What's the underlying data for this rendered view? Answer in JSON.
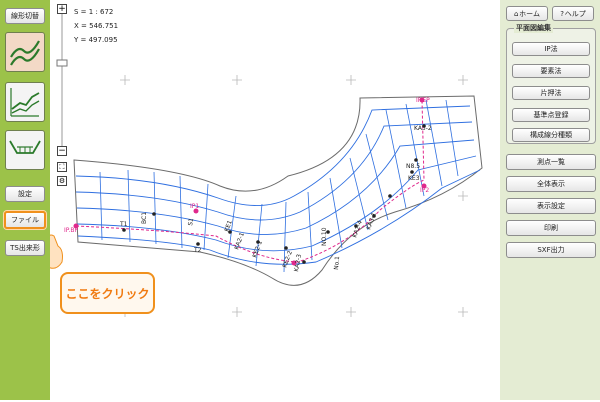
{
  "left_toolbar": {
    "switch_label": "線形切替",
    "settings_label": "設定",
    "file_label": "ファイル",
    "ts_label": "TS出来形"
  },
  "readout": {
    "scale": "S = 1 : 672",
    "x": "X = 546.751",
    "y": "Y = 497.095"
  },
  "zoom": {
    "plus": "+",
    "minus": "−"
  },
  "header": {
    "home_label": "ホーム",
    "help_label": "ヘルプ"
  },
  "plan_edit": {
    "title": "平面図編集",
    "items": [
      "IP法",
      "要素法",
      "片押法",
      "基準点登録",
      "構成線分種類"
    ]
  },
  "menu": [
    "測点一覧",
    "全体表示",
    "表示設定",
    "印刷",
    "SXF出力"
  ],
  "drawing_labels": [
    "IP.BP",
    "T1",
    "BC1",
    "S1",
    "IP1",
    "T2",
    "KE1",
    "KA2-1",
    "KE2-1",
    "KE2-2",
    "KA2-3",
    "No.1",
    "NO.10",
    "KA2-4",
    "KA3-1",
    "N8.5",
    "KE3",
    "IP2",
    "KA3-2",
    "IP.EP"
  ],
  "callout": "ここをクリック",
  "colors": {
    "left_panel": "#9cc249",
    "right_panel": "#e4ecd3",
    "highlight": "#f0901c",
    "road_lines": "#2f6fe0",
    "centerline": "#e0288c"
  }
}
